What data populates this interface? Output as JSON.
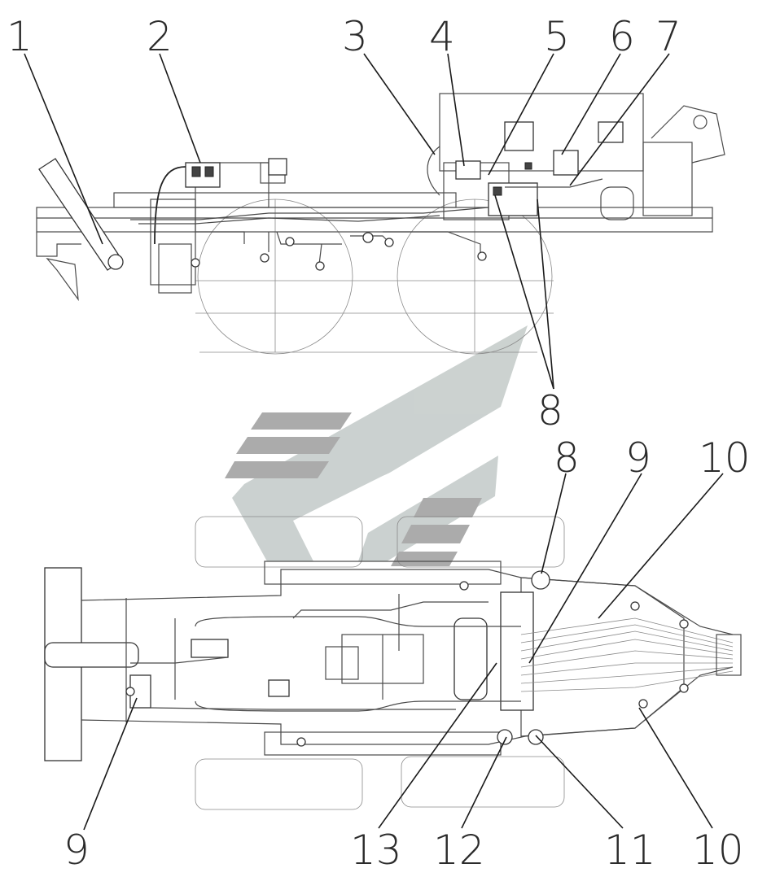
{
  "callouts": {
    "top": [
      "1",
      "2",
      "3",
      "4",
      "5",
      "6",
      "7",
      "8"
    ],
    "bottom_top_row": [
      "8",
      "9",
      "10"
    ],
    "bottom_bottom_row": [
      "9",
      "13",
      "12",
      "11",
      "10"
    ]
  },
  "colors": {
    "line": "#4a4a4a",
    "logo_light": "#c6cdcb",
    "logo_dark": "#a3a3a3"
  }
}
